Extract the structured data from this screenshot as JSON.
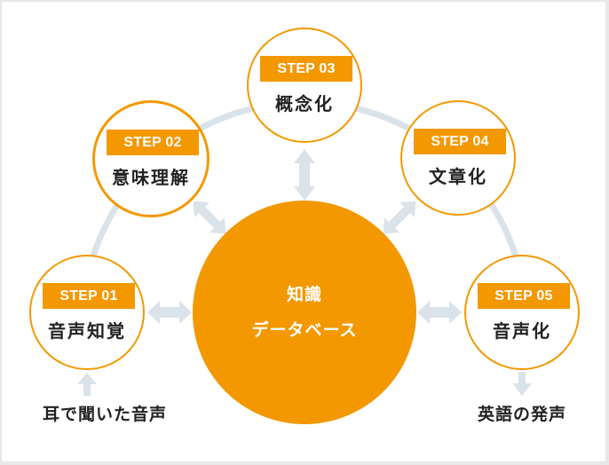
{
  "diagram": {
    "title": "Knowledge database cycle",
    "center": {
      "line1": "知識",
      "line2": "データベース"
    },
    "steps": [
      {
        "badge": "STEP 01",
        "label": "音声知覚"
      },
      {
        "badge": "STEP 02",
        "label": "意味理解"
      },
      {
        "badge": "STEP 03",
        "label": "概念化"
      },
      {
        "badge": "STEP 04",
        "label": "文章化"
      },
      {
        "badge": "STEP 05",
        "label": "音声化"
      }
    ],
    "input_label": "耳で聞いた音声",
    "output_label": "英語の発声",
    "colors": {
      "accent": "#f39800",
      "connector": "#dae3ea",
      "text": "#222222",
      "frame": "#e8e8e8"
    }
  }
}
